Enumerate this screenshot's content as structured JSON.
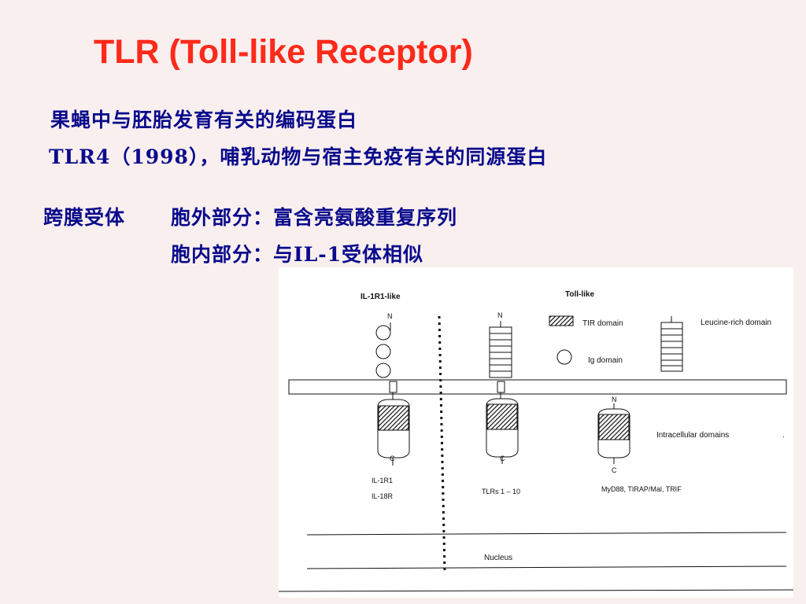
{
  "title": "TLR (Toll-like Receptor)",
  "lines": {
    "drosophila": "果蝇中与胚胎发育有关的编码蛋白",
    "tlr4": "TLR4（1998），哺乳动物与宿主免疫有关的同源蛋白",
    "transmembrane": "跨膜受体",
    "extracellular": "胞外部分：富含亮氨酸重复序列",
    "intracellular": "胞内部分：与IL-1受体相似"
  },
  "figure": {
    "il1r1_like": "IL-1R1-like",
    "toll_like": "Toll-like",
    "n": "N",
    "c": "C",
    "tir_domain": "TIR domain",
    "ig_domain": "Ig domain",
    "leucine_rich": "Leucine-rich domain",
    "intracellular_domains": "Intracellular domains",
    "il1r1": "IL-1R1",
    "il18r": "IL-18R",
    "tlrs": "TLRs 1 – 10",
    "adaptors": "MyD88, TIRAP/Mal, TRIF",
    "nucleus": "Nucleus",
    "dot": "."
  }
}
